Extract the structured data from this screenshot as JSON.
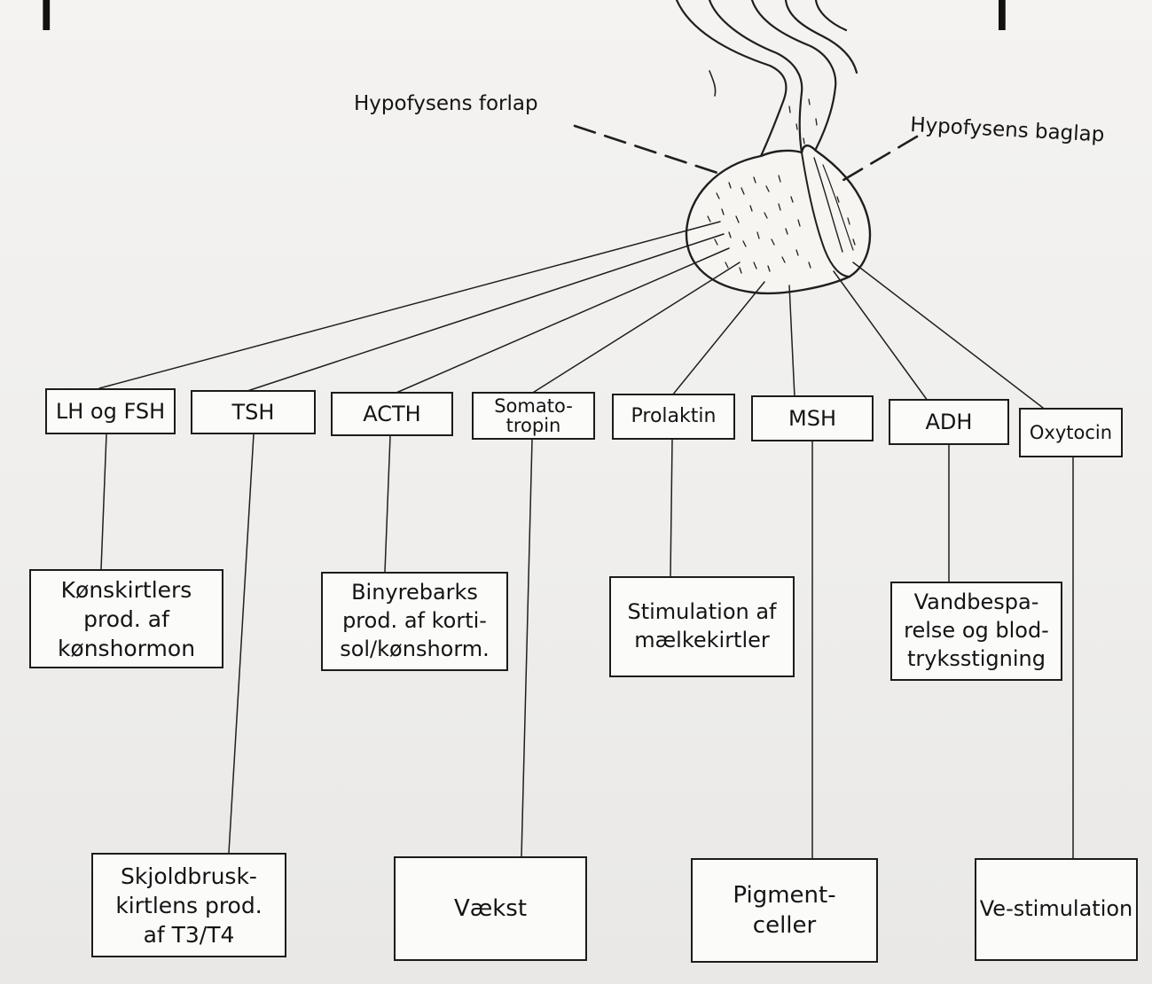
{
  "labels": {
    "anterior_lobe": "Hypofysens forlap",
    "posterior_lobe": "Hypofysens baglap"
  },
  "hormones": [
    "LH og FSH",
    "TSH",
    "ACTH",
    "Somato-\ntropin",
    "Prolaktin",
    "MSH",
    "ADH",
    "Oxytocin"
  ],
  "effects": {
    "gonads": "Kønskirtlers\nprod. af\nkønshormon",
    "adrenal": "Binyrebarks\nprod. af korti-\nsol/kønshorm.",
    "milk": "Stimulation af\nmælkekirtler",
    "water": "Vandbespa-\nrelse og blod-\ntryksstigning",
    "thyroid": "Skjoldbrusk-\nkirtlens prod.\naf T3/T4",
    "growth": "Vækst",
    "pigment": "Pigment-\nceller",
    "labor": "Ve-stimulation"
  }
}
